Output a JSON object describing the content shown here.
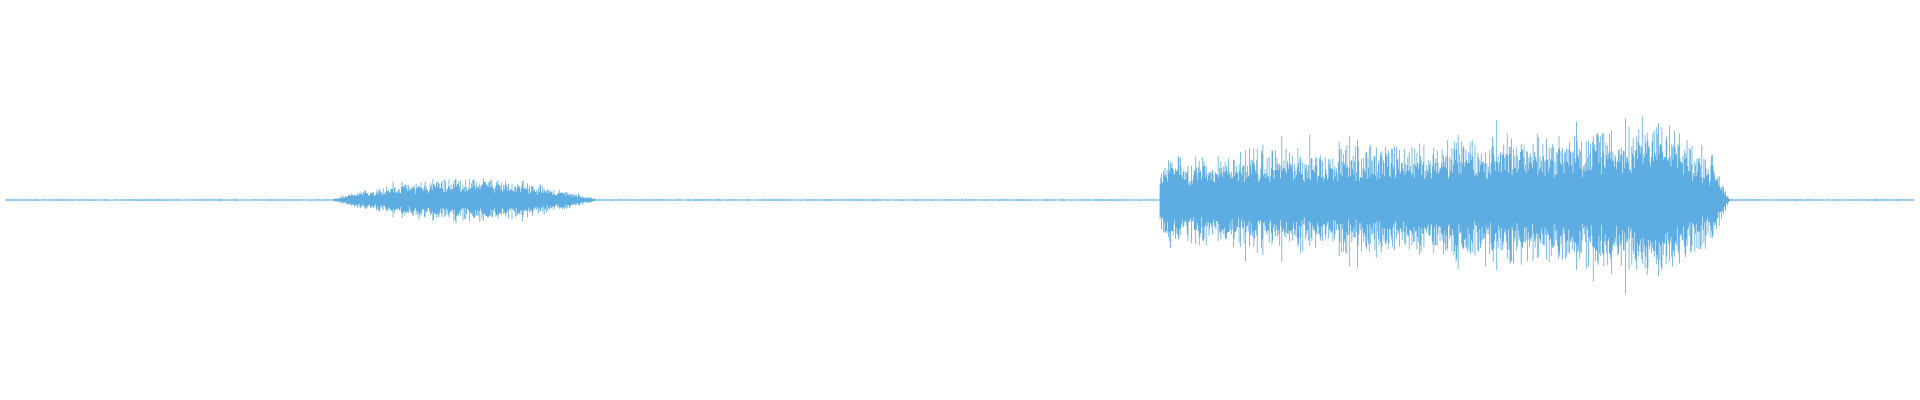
{
  "waveform": {
    "color": "#5dade2",
    "background": "#ffffff",
    "orientation": "horizontal",
    "segments": [
      {
        "name": "silence",
        "amplitude": 0.01
      },
      {
        "name": "sound-burst",
        "amplitude": 0.22,
        "envelope": "swell"
      },
      {
        "name": "silence",
        "amplitude": 0.01
      },
      {
        "name": "sound-burst",
        "amplitude": 0.85,
        "envelope": "rise-then-peak"
      },
      {
        "name": "silence",
        "amplitude": 0.01
      }
    ]
  }
}
